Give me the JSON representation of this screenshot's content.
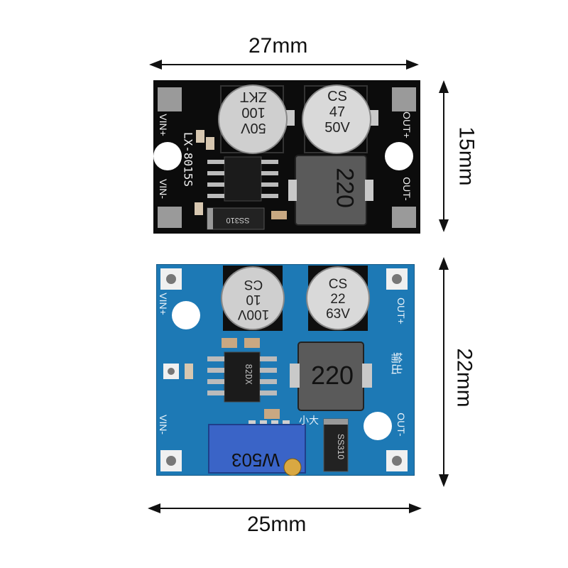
{
  "dimensions": {
    "black_width": "27mm",
    "black_height": "15mm",
    "blue_height": "22mm",
    "blue_width": "25mm"
  },
  "black_board": {
    "model": "LX-8015S",
    "left_top_pin": "VIN+",
    "left_bottom_pin": "VIN-",
    "right_top_pin": "OUT+",
    "right_bottom_pin": "OUT-",
    "cap1_lines": [
      "50V",
      "100",
      "ZKT"
    ],
    "cap2_lines": [
      "CS",
      "47",
      "50V"
    ],
    "inductor_code": "220",
    "diode_code": "SS310",
    "colors": {
      "pcb": "#0c0c0c",
      "silk": "#f2f2f2"
    }
  },
  "blue_board": {
    "left_top_pin": "VIN+",
    "left_bottom_pin": "VIN-",
    "right_top_pin": "OUT+",
    "right_bottom_pin": "OUT-",
    "cap1_lines": [
      "100V",
      "10",
      "CS"
    ],
    "cap2_lines": [
      "CS",
      "22",
      "63V"
    ],
    "inductor_code": "220",
    "ic_code": "82DX",
    "pot_code": "W503",
    "diode_code": "SS310",
    "chinese_label_1": "输出",
    "chinese_label_2": "小大",
    "colors": {
      "pcb": "#1d79b5",
      "silk": "#eaf3fa"
    }
  }
}
